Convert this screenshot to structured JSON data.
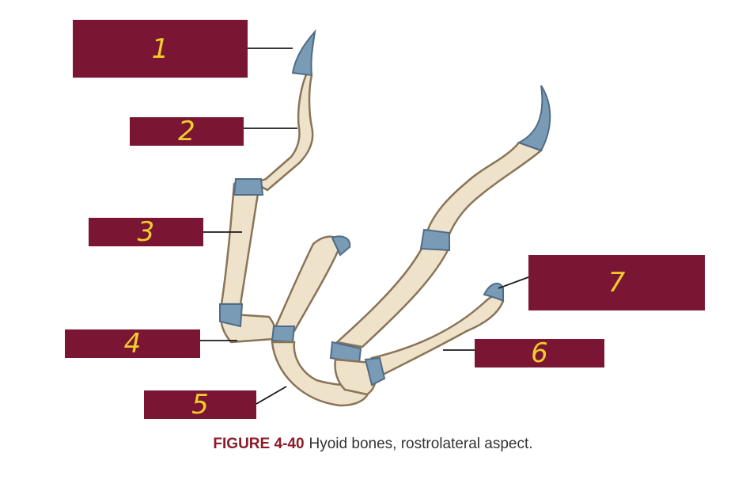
{
  "labels": [
    "1",
    "2",
    "3",
    "4",
    "5",
    "6",
    "7"
  ],
  "caption": {
    "figure": "FIGURE 4-40",
    "text": "Hyoid bones, rostrolateral aspect."
  },
  "colors": {
    "label_box": "#7a1633",
    "label_text": "#f2cc2b",
    "bone": "#efe2cb",
    "cartilage": "#7a9bb5",
    "figure_ref": "#8c1c2b"
  }
}
